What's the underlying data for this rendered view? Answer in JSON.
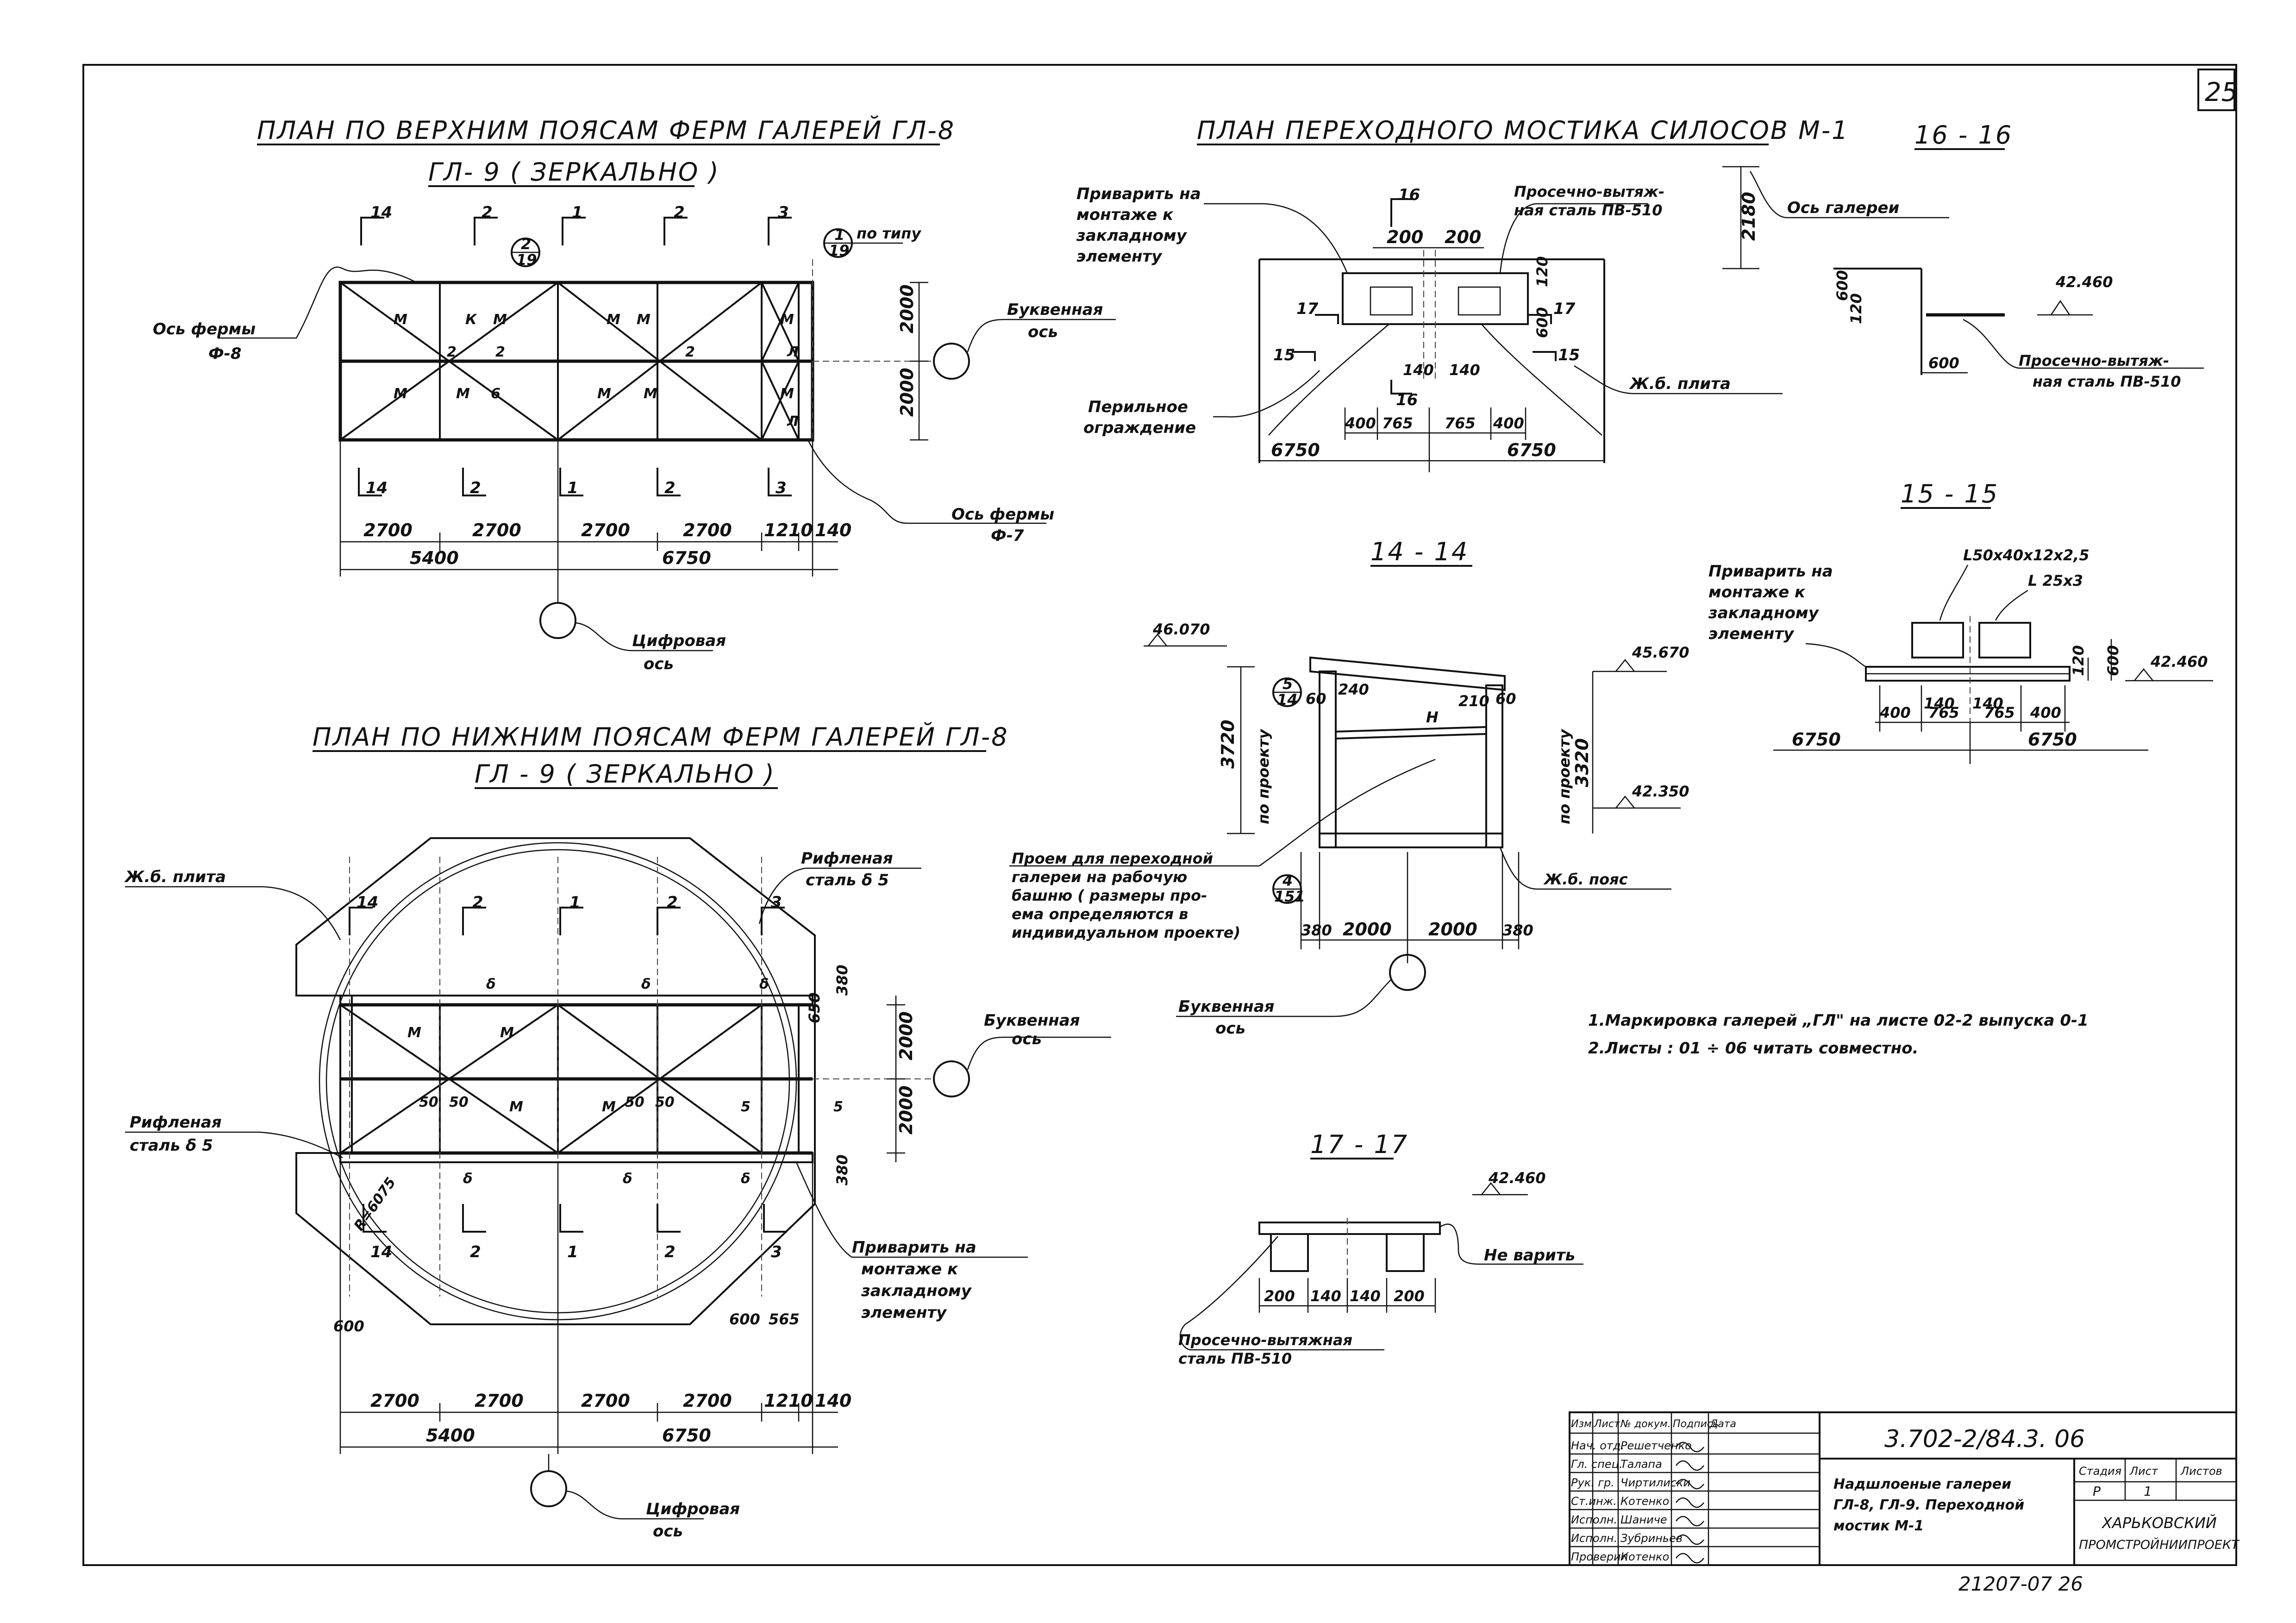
{
  "sheet": {
    "page_number": "25",
    "doc_code": "3.702-2/84.3. 06",
    "bottom_stamp": "21207-07 26"
  },
  "plan_top": {
    "title_1": "План по верхним поясам ферм галерей ГЛ-8",
    "title_2": "ГЛ- 9 ( зеркально )",
    "truss_axis_left": "Ось фермы",
    "truss_axis_left_id": "Ф-8",
    "letter_axis": "Буквенная",
    "letter_axis_2": "ось",
    "truss_axis_right": "Ось фермы",
    "truss_axis_right_id": "Ф-7",
    "digit_axis": "Цифровая",
    "digit_axis_2": "ось",
    "per_type": "по типу",
    "ref_1_num": "2",
    "ref_1_den": "19",
    "ref_2_num": "1",
    "ref_2_den": "19",
    "section_marks_top": [
      "14",
      "2",
      "1",
      "2",
      "3"
    ],
    "section_marks_bottom": [
      "14",
      "2",
      "1",
      "2",
      "3"
    ],
    "dims_bays": [
      "2700",
      "2700",
      "2700",
      "2700",
      "1210",
      "140"
    ],
    "dims_total": [
      "5400",
      "6750"
    ],
    "dims_right": [
      "2000",
      "2000"
    ],
    "member_marks": [
      "М",
      "К",
      "М",
      "М",
      "М",
      "М",
      "Л",
      "2",
      "2",
      "2",
      "М",
      "М",
      "6",
      "М",
      "М",
      "М",
      "Л"
    ]
  },
  "plan_bottom": {
    "title_1": "План по нижним поясам ферм галерей ГЛ-8",
    "title_2": "ГЛ - 9 ( зеркально )",
    "slab": "Ж.б. плита",
    "checker_1": "Рифленая",
    "checker_1b": "сталь δ 5",
    "checker_2": "Рифленая",
    "checker_2b": "сталь δ 5",
    "letter_axis": "Буквенная",
    "letter_axis_2": "ось",
    "weld_1": "Приварить на",
    "weld_2": "монтаже к",
    "weld_3": "закладному",
    "weld_4": "элементу",
    "digit_axis": "Цифровая",
    "digit_axis_2": "ось",
    "radius": "R=6075",
    "section_marks_top": [
      "14",
      "2",
      "1",
      "2",
      "3"
    ],
    "section_marks_bottom": [
      "14",
      "2",
      "1",
      "2",
      "3"
    ],
    "dims_bays": [
      "2700",
      "2700",
      "2700",
      "2700",
      "1210",
      "140"
    ],
    "dims_total": [
      "5400",
      "6750"
    ],
    "dims_right": [
      "2000",
      "2000"
    ],
    "dims_small": [
      "380",
      "650",
      "380",
      "600",
      "600",
      "565"
    ],
    "marks": [
      "δ",
      "δ",
      "δ",
      "δ",
      "δ",
      "δ",
      "М",
      "М",
      "М",
      "М",
      "50",
      "50",
      "50",
      "50",
      "5",
      "5"
    ]
  },
  "plan_bridge": {
    "title": "План переходного мостика силосов М-1",
    "weld_1": "Приварить на",
    "weld_2": "монтаже к",
    "weld_3": "закладному",
    "weld_4": "элементу",
    "expanded_1": "Просечно-вытяж-",
    "expanded_2": "ная сталь ПВ-510",
    "railing_1": "Перильное",
    "railing_2": "ограждение",
    "slab": "Ж.б. плита",
    "dims_top": [
      "200",
      "200"
    ],
    "dims_mid": [
      "140",
      "140"
    ],
    "dims_right": [
      "600",
      "120"
    ],
    "dims_bottom": [
      "400",
      "765",
      "765",
      "400"
    ],
    "dims_total": [
      "6750",
      "6750"
    ],
    "section_marks": [
      "16",
      "17",
      "17",
      "15",
      "15",
      "16"
    ]
  },
  "sec_16": {
    "title": "16 - 16",
    "axis": "Ось галереи",
    "elev": "42.460",
    "dim_vert": "2180",
    "dims": [
      "600",
      "120",
      "600"
    ],
    "expanded_1": "Просечно-вытяж-",
    "expanded_2": "ная сталь ПВ-510"
  },
  "sec_14": {
    "title": "14 - 14",
    "elev_1": "46.070",
    "elev_2": "45.670",
    "elev_3": "42.350",
    "dim_left": "3720",
    "dim_right": "3320",
    "note_left": "по проекту",
    "note_right": "по проекту",
    "ref_1_num": "5",
    "ref_1_den": "14",
    "ref_2_num": "4",
    "ref_2_den": "151",
    "d_60": "60",
    "d_240": "240",
    "d_210": "210",
    "d_60b": "60",
    "h_mark": "Н",
    "opening_1": "Проем для переходной",
    "opening_2": "галереи на рабочую",
    "opening_3": "башню ( размеры про-",
    "opening_4": "ема определяются в",
    "opening_5": "индивидуальном проекте)",
    "belt": "Ж.б. пояс",
    "letter_axis": "Буквенная",
    "letter_axis_2": "ось",
    "dims_bottom": [
      "380",
      "2000",
      "2000",
      "380"
    ]
  },
  "sec_15": {
    "title": "15 - 15",
    "weld_1": "Приварить на",
    "weld_2": "монтаже к",
    "weld_3": "закладному",
    "weld_4": "элементу",
    "angle_1": "L50x40x12x2,5",
    "angle_2": "L 25x3",
    "elev": "42.460",
    "dims_vert": [
      "120",
      "600"
    ],
    "dims_mid": [
      "140",
      "140"
    ],
    "dims_bottom": [
      "400",
      "765",
      "765",
      "400"
    ],
    "dims_total": [
      "6750",
      "6750"
    ]
  },
  "sec_17": {
    "title": "17 - 17",
    "elev": "42.460",
    "no_weld": "Не варить",
    "expanded_1": "Просечно-вытяжная",
    "expanded_2": "сталь ПВ-510",
    "dims": [
      "200",
      "140",
      "140",
      "200"
    ]
  },
  "notes": {
    "n1": "1.Маркировка галерей „ГЛ\" на листе 02-2 выпуска 0-1",
    "n2": "2.Листы : 01 ÷ 06      читать совместно."
  },
  "title_block": {
    "row_header": [
      "Изм.",
      "Лист",
      "№ докум.",
      "Подпись",
      "Дата"
    ],
    "roles": [
      "Нач. отд.",
      "Гл. спец.",
      "Рук. гр.",
      "Ст.инж.",
      "Исполн.",
      "Исполн.",
      "Проверил"
    ],
    "names": [
      "Решетченко",
      "Талапа",
      "Чиртилиски",
      "Котенко",
      "Шаниче",
      "Зубриньев",
      "Котенко"
    ],
    "description_1": "Надшлоеные галереи",
    "description_2": "ГЛ-8, ГЛ-9. Переходной",
    "description_3": "мостик  М-1",
    "stage_label": "Стадия",
    "sheet_label": "Лист",
    "sheets_label": "Листов",
    "stage": "Р",
    "sheet_no": "1",
    "org_1": "ХАРЬКОВСКИЙ",
    "org_2": "ПРОМСТРОЙНИИПРОЕКТ"
  }
}
